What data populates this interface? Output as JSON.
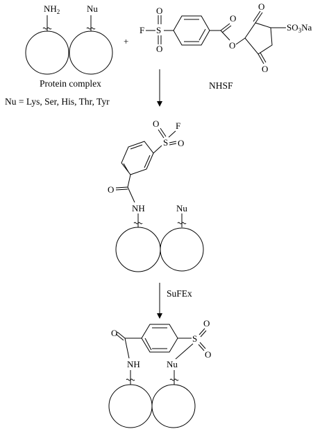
{
  "reagents": {
    "protein_nh2": "NH",
    "protein_nh2_sub": "2",
    "protein_nu": "Nu",
    "plus": "+",
    "protein_caption": "Protein complex",
    "nu_definition": "Nu = Lys, Ser, His, Thr, Tyr",
    "reagent_name": "NHSF",
    "f_atom": "F",
    "s_atom": "S",
    "o_atom": "O",
    "so3": "SO",
    "so3_sub": "3",
    "na": "Na"
  },
  "intermediate": {
    "f_atom": "F",
    "s_atom": "S",
    "o_atom": "O",
    "nh": "NH",
    "nu": "Nu"
  },
  "step2": {
    "label": "SuFEx"
  },
  "product": {
    "o_atom": "O",
    "s_atom": "S",
    "nh": "NH",
    "nu": "Nu"
  }
}
